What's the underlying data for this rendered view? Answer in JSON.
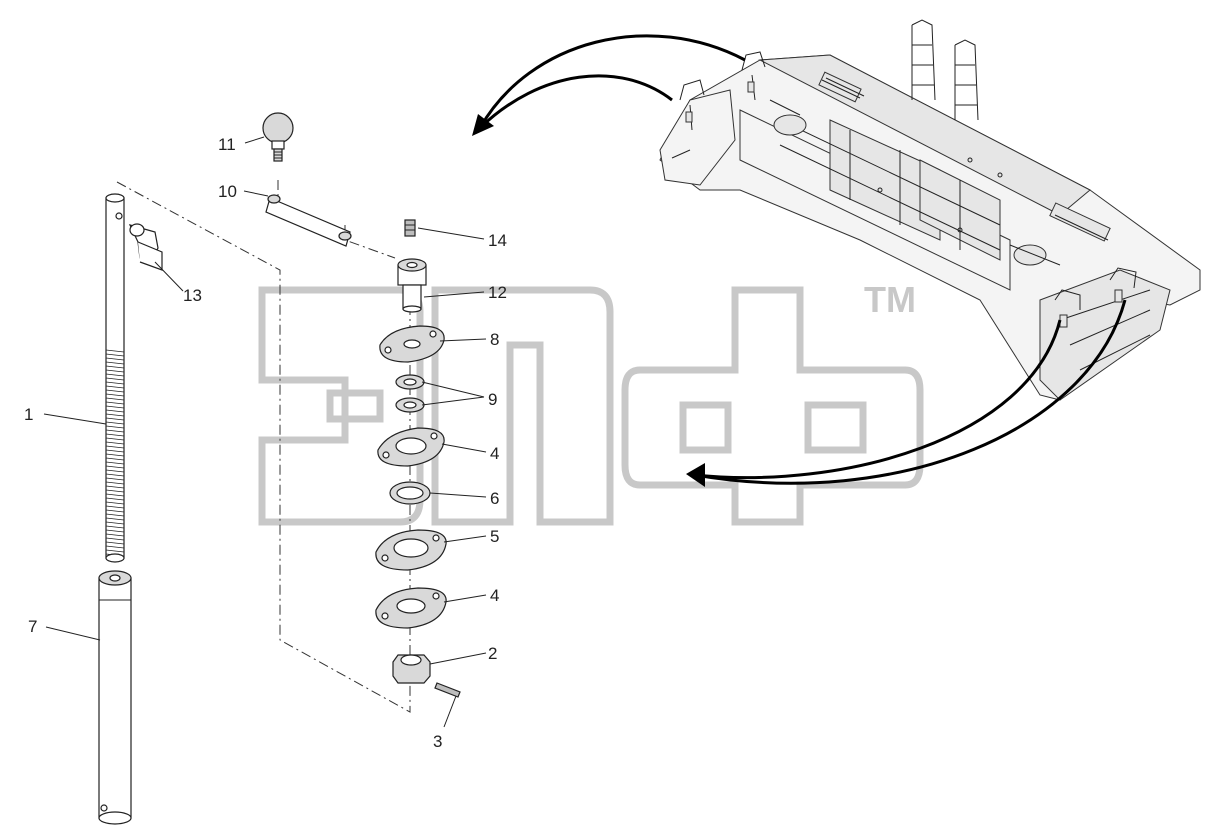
{
  "diagram": {
    "watermark": "элф",
    "trademark": "TM",
    "corner_mark": "",
    "callouts": [
      {
        "id": "1",
        "label": "1"
      },
      {
        "id": "2",
        "label": "2"
      },
      {
        "id": "3",
        "label": "3"
      },
      {
        "id": "4a",
        "label": "4"
      },
      {
        "id": "4b",
        "label": "4"
      },
      {
        "id": "5",
        "label": "5"
      },
      {
        "id": "6",
        "label": "6"
      },
      {
        "id": "7",
        "label": "7"
      },
      {
        "id": "8",
        "label": "8"
      },
      {
        "id": "9",
        "label": "9"
      },
      {
        "id": "10",
        "label": "10"
      },
      {
        "id": "11",
        "label": "11"
      },
      {
        "id": "12",
        "label": "12"
      },
      {
        "id": "13",
        "label": "13"
      },
      {
        "id": "14",
        "label": "14"
      }
    ]
  }
}
